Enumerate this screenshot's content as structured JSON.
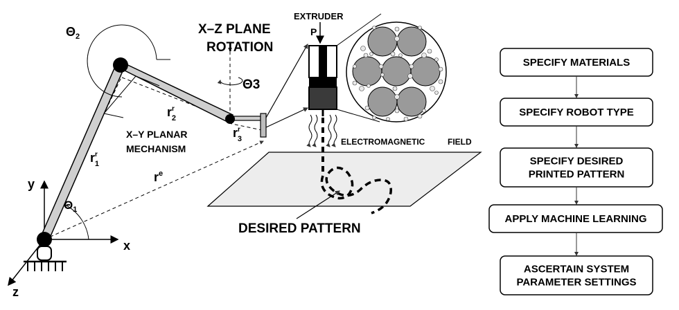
{
  "labels": {
    "theta2": "Θ",
    "theta2_sub": "2",
    "theta1": "Θ",
    "theta1_sub": "1",
    "theta3": "Θ3",
    "xz_line1": "X–Z PLANE",
    "xz_line2": "ROTATION",
    "extruder": "EXTRUDER",
    "pressure": "P",
    "em_field_1": "ELECTROMAGNETIC",
    "em_field_2": "FIELD",
    "xy_line1": "X–Y PLANAR",
    "xy_line2": "MECHANISM",
    "r2": "r",
    "r2_sup": "r",
    "r2_sub": "2",
    "r3": "r",
    "r3_sup": "r",
    "r3_sub": "3",
    "r1": "r",
    "r1_sup": "r",
    "r1_sub": "1",
    "re": "r",
    "re_sup": "e",
    "axis_x": "x",
    "axis_y": "y",
    "axis_z": "z",
    "desired_pattern": "DESIRED PATTERN"
  },
  "flowchart": {
    "steps": [
      {
        "lines": [
          "SPECIFY MATERIALS"
        ]
      },
      {
        "lines": [
          "SPECIFY ROBOT TYPE"
        ]
      },
      {
        "lines": [
          "SPECIFY DESIRED",
          "PRINTED PATTERN"
        ]
      },
      {
        "lines": [
          "APPLY MACHINE LEARNING"
        ]
      },
      {
        "lines": [
          "ASCERTAIN SYSTEM",
          "PARAMETER SETTINGS"
        ]
      }
    ]
  }
}
